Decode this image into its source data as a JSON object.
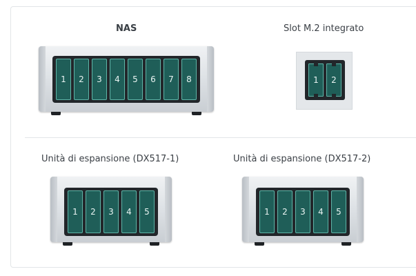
{
  "nas": {
    "title": "NAS",
    "slots": [
      "1",
      "2",
      "3",
      "4",
      "5",
      "6",
      "7",
      "8"
    ]
  },
  "m2": {
    "title": "Slot M.2 integrato",
    "slots": [
      "1",
      "2"
    ]
  },
  "dx1": {
    "title": "Unità di espansione (DX517-1)",
    "slots": [
      "1",
      "2",
      "3",
      "4",
      "5"
    ]
  },
  "dx2": {
    "title": "Unità di espansione (DX517-2)",
    "slots": [
      "1",
      "2",
      "3",
      "4",
      "5"
    ]
  },
  "colors": {
    "slot_fill": "#1f5e58",
    "slot_border": "#5fb5a8",
    "bay": "#22262a"
  }
}
